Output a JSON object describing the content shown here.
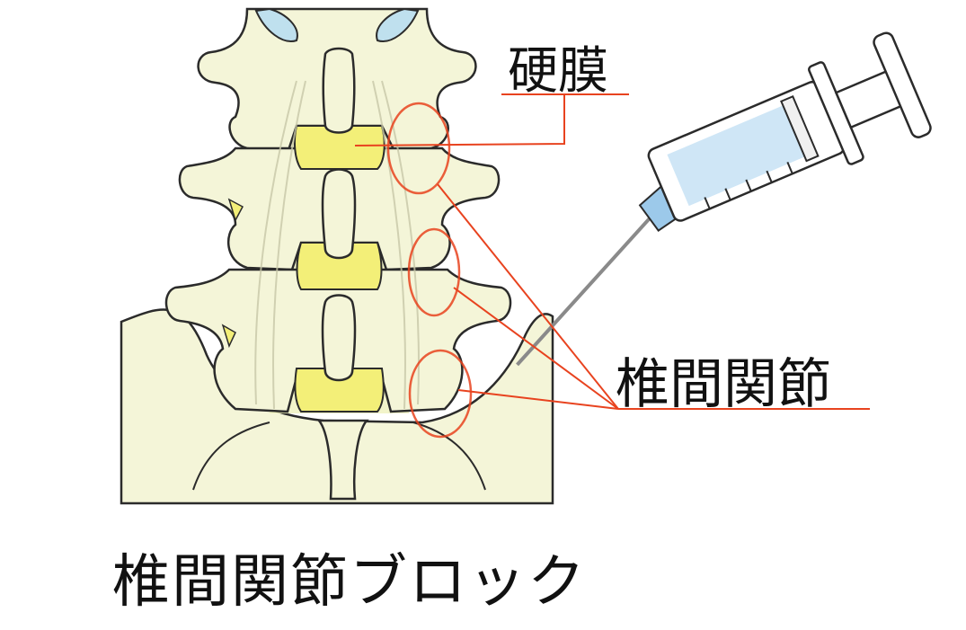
{
  "labels": {
    "dura": "硬膜",
    "facet_joint": "椎間関節"
  },
  "caption": "椎間関節ブロック",
  "colors": {
    "bone": "#f4f5d8",
    "bone_outline": "#2b2b2b",
    "dura": "#f3ef78",
    "ligament_band": "#eef0b8",
    "cartilage": "#bfe0ee",
    "leader_line": "#e8431f",
    "joint_circle": "#e8431f",
    "syringe_fluid": "#cfe6f6",
    "needle": "#8a8a8a"
  }
}
